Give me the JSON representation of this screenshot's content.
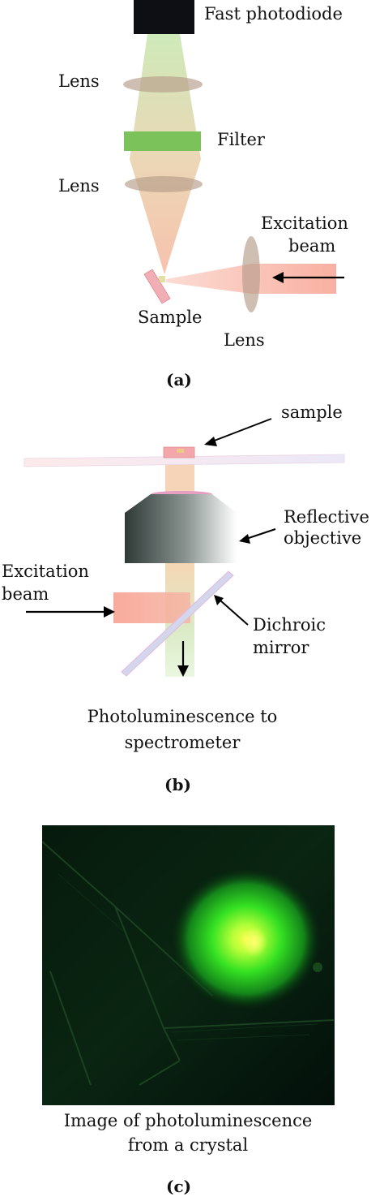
{
  "panel_a": {
    "detector_label": "Fast photodiode",
    "lens_top_label": "Lens",
    "filter_label": "Filter",
    "lens_mid_label": "Lens",
    "excitation_label_line1": "Excitation",
    "excitation_label_line2": "beam",
    "sample_label": "Sample",
    "lens_beam_label": "Lens",
    "caption": "(a)"
  },
  "panel_b": {
    "sample_label": "sample",
    "objective_label_line1": "Reflective",
    "objective_label_line2": "objective",
    "excitation_label_line1": "Excitation",
    "excitation_label_line2": "beam",
    "mirror_label_line1": "Dichroic",
    "mirror_label_line2": "mirror",
    "output_label_line1": "Photoluminescence to",
    "output_label_line2": "spectrometer",
    "caption": "(b)"
  },
  "panel_c": {
    "photo_caption_line1": "Image of photoluminescence",
    "photo_caption_line2": "from a crystal",
    "caption": "(c)"
  },
  "colors": {
    "excitation": "#f7a090",
    "emission": "#a8dc8a",
    "lens": "#b59c8a",
    "filter": "#7cc25a",
    "glow": "#39e52a"
  }
}
